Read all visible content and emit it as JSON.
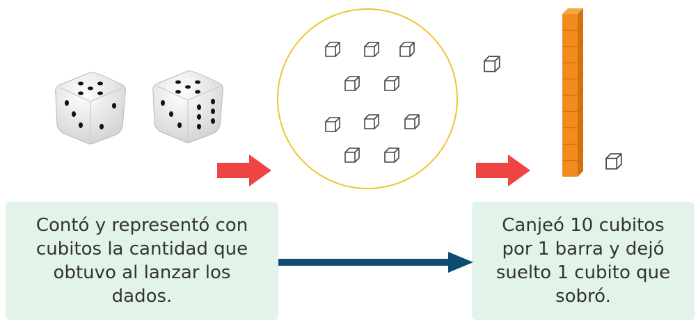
{
  "left_caption": "Contó y representó con cubitos la cantidad que obtuvo al lanzar los dados.",
  "right_caption": "Canjeó 10 cubitos por 1 barra y dejó suelto 1 cubito que sobró.",
  "dice": [
    {
      "name": "die-five",
      "top_face": 5,
      "left_face": 3,
      "right_face": 2
    },
    {
      "name": "die-six",
      "top_face": 5,
      "left_face": 3,
      "right_face": 6
    }
  ],
  "counted_cubes": 11,
  "rod_units": 10,
  "loose_cubes": 1,
  "colors": {
    "circle_outline": "#f1c232",
    "arrow_red": "#ee4444",
    "arrow_blue": "#0d4c6e",
    "caption_bg": "#e2f3ea",
    "rod_orange": "#f28c1c"
  },
  "icons": [
    "die-icon",
    "unit-cube-icon",
    "ten-rod-icon",
    "red-arrow-icon",
    "blue-arrow-icon"
  ]
}
